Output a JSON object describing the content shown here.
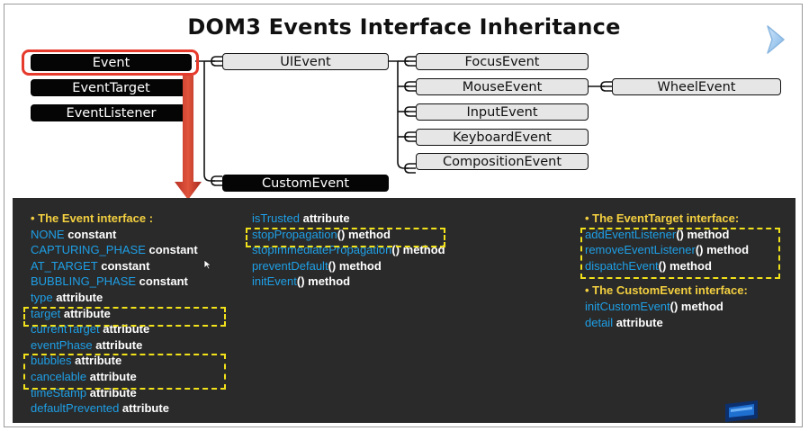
{
  "title": "DOM3 Events Interface Inheritance",
  "diagram": {
    "left_interfaces": [
      "Event",
      "EventTarget",
      "EventListener"
    ],
    "uievent": "UIEvent",
    "customevent": "CustomEvent",
    "ui_children": [
      "FocusEvent",
      "MouseEvent",
      "InputEvent",
      "KeyboardEvent",
      "CompositionEvent"
    ],
    "wheelevent": "WheelEvent"
  },
  "event_interface": {
    "header": "• The Event interface :",
    "items": [
      {
        "name": "NONE",
        "kind": "constant"
      },
      {
        "name": "CAPTURING_PHASE",
        "kind": "constant"
      },
      {
        "name": "AT_TARGET",
        "kind": "constant"
      },
      {
        "name": "BUBBLING_PHASE",
        "kind": "constant"
      },
      {
        "name": "type",
        "kind": "attribute"
      },
      {
        "name": "target",
        "kind": "attribute"
      },
      {
        "name": "currentTarget",
        "kind": "attribute"
      },
      {
        "name": "eventPhase",
        "kind": "attribute"
      },
      {
        "name": "bubbles",
        "kind": "attribute"
      },
      {
        "name": "cancelable",
        "kind": "attribute"
      },
      {
        "name": "timeStamp",
        "kind": "attribute"
      },
      {
        "name": "defaultPrevented",
        "kind": "attribute"
      }
    ],
    "more_items": [
      {
        "name": "isTrusted",
        "kind": "attribute"
      },
      {
        "name": "stopPropagation",
        "kind": "() method"
      },
      {
        "name": "stopImmediatePropagation",
        "kind": "() method"
      },
      {
        "name": "preventDefault",
        "kind": "() method"
      },
      {
        "name": "initEvent",
        "kind": "() method"
      }
    ]
  },
  "eventtarget_interface": {
    "header": "• The EventTarget interface:",
    "items": [
      {
        "name": "addEventListener",
        "kind": "() method"
      },
      {
        "name": "removeEventListener",
        "kind": "() method"
      },
      {
        "name": "dispatchEvent",
        "kind": "() method"
      }
    ]
  },
  "customevent_interface": {
    "header": "• The CustomEvent interface:",
    "items": [
      {
        "name": "initCustomEvent",
        "kind": "() method"
      },
      {
        "name": "detail",
        "kind": "attribute"
      }
    ]
  },
  "colors": {
    "highlight_ring": "#e53a2c",
    "arrow": "#c0392b",
    "panel_bg": "#2a2a2a",
    "header_yellow": "#f4d040",
    "name_blue": "#1e9fe6",
    "dash_yellow": "#f2e21a"
  }
}
